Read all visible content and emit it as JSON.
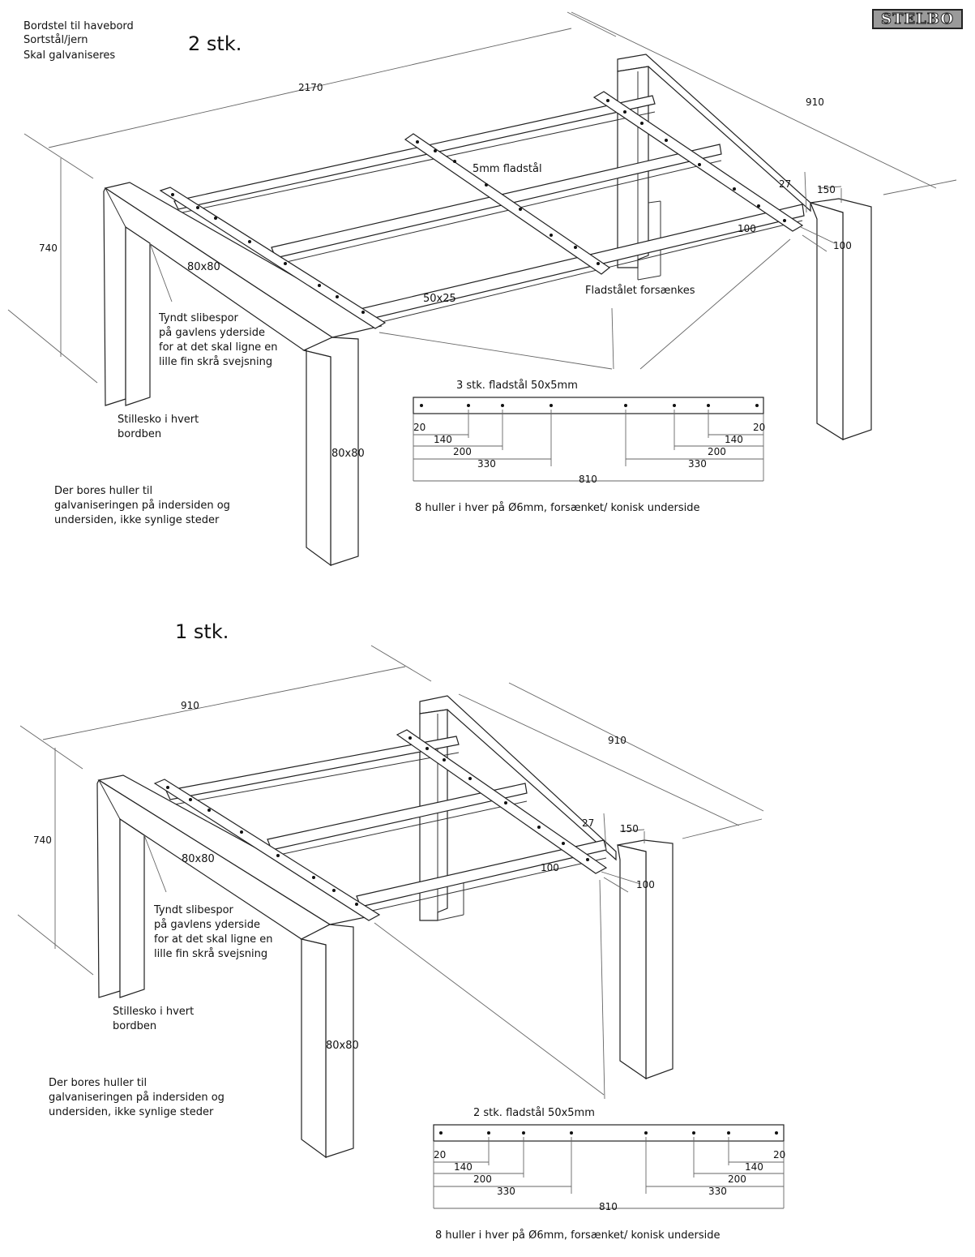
{
  "header": {
    "line1": "Bordstel til havebord",
    "line2": "Sortstål/jern",
    "line3": "Skal galvaniseres"
  },
  "logo": {
    "text": "STELBO"
  },
  "drawings": [
    {
      "qty": "2 stk.",
      "dims": {
        "length": "2170",
        "width": "910",
        "height": "740",
        "leg_top": "80x80",
        "leg_front": "80x80",
        "rail": "50x25",
        "offset_27": "27",
        "offset_150": "150",
        "offset_100a": "100",
        "offset_100b": "100"
      },
      "labels": {
        "flat_steel": "5mm fladstål",
        "countersunk": "Fladstålet forsænkes",
        "grind_1": "Tyndt slibespor",
        "grind_2": "på gavlens yderside",
        "grind_3": "for at det skal ligne en",
        "grind_4": "lille fin skrå svejsning",
        "feet_1": "Stillesko i hvert",
        "feet_2": "bordben",
        "holes_1": "Der bores huller til",
        "holes_2": "galvaniseringen på indersiden og",
        "holes_3": "undersiden, ikke synlige steder"
      },
      "strip": {
        "title": "3 stk. fladstål 50x5mm",
        "d20l": "20",
        "d140l": "140",
        "d200l": "200",
        "d330l": "330",
        "d20r": "20",
        "d140r": "140",
        "d200r": "200",
        "d330r": "330",
        "total": "810",
        "note": "8 huller i hver på Ø6mm, forsænket/ konisk underside"
      }
    },
    {
      "qty": "1 stk.",
      "dims": {
        "length": "910",
        "width": "910",
        "height": "740",
        "leg_top": "80x80",
        "leg_front": "80x80",
        "offset_27": "27",
        "offset_150": "150",
        "offset_100a": "100",
        "offset_100b": "100"
      },
      "labels": {
        "grind_1": "Tyndt slibespor",
        "grind_2": "på gavlens yderside",
        "grind_3": "for at det skal ligne en",
        "grind_4": "lille fin skrå svejsning",
        "feet_1": "Stillesko i hvert",
        "feet_2": "bordben",
        "holes_1": "Der bores huller til",
        "holes_2": "galvaniseringen på indersiden og",
        "holes_3": "undersiden, ikke synlige steder"
      },
      "strip": {
        "title": "2 stk.  fladstål 50x5mm",
        "d20l": "20",
        "d140l": "140",
        "d200l": "200",
        "d330l": "330",
        "d20r": "20",
        "d140r": "140",
        "d200r": "200",
        "d330r": "330",
        "total": "810",
        "note": "8 huller i hver på Ø6mm, forsænket/ konisk underside"
      }
    }
  ]
}
